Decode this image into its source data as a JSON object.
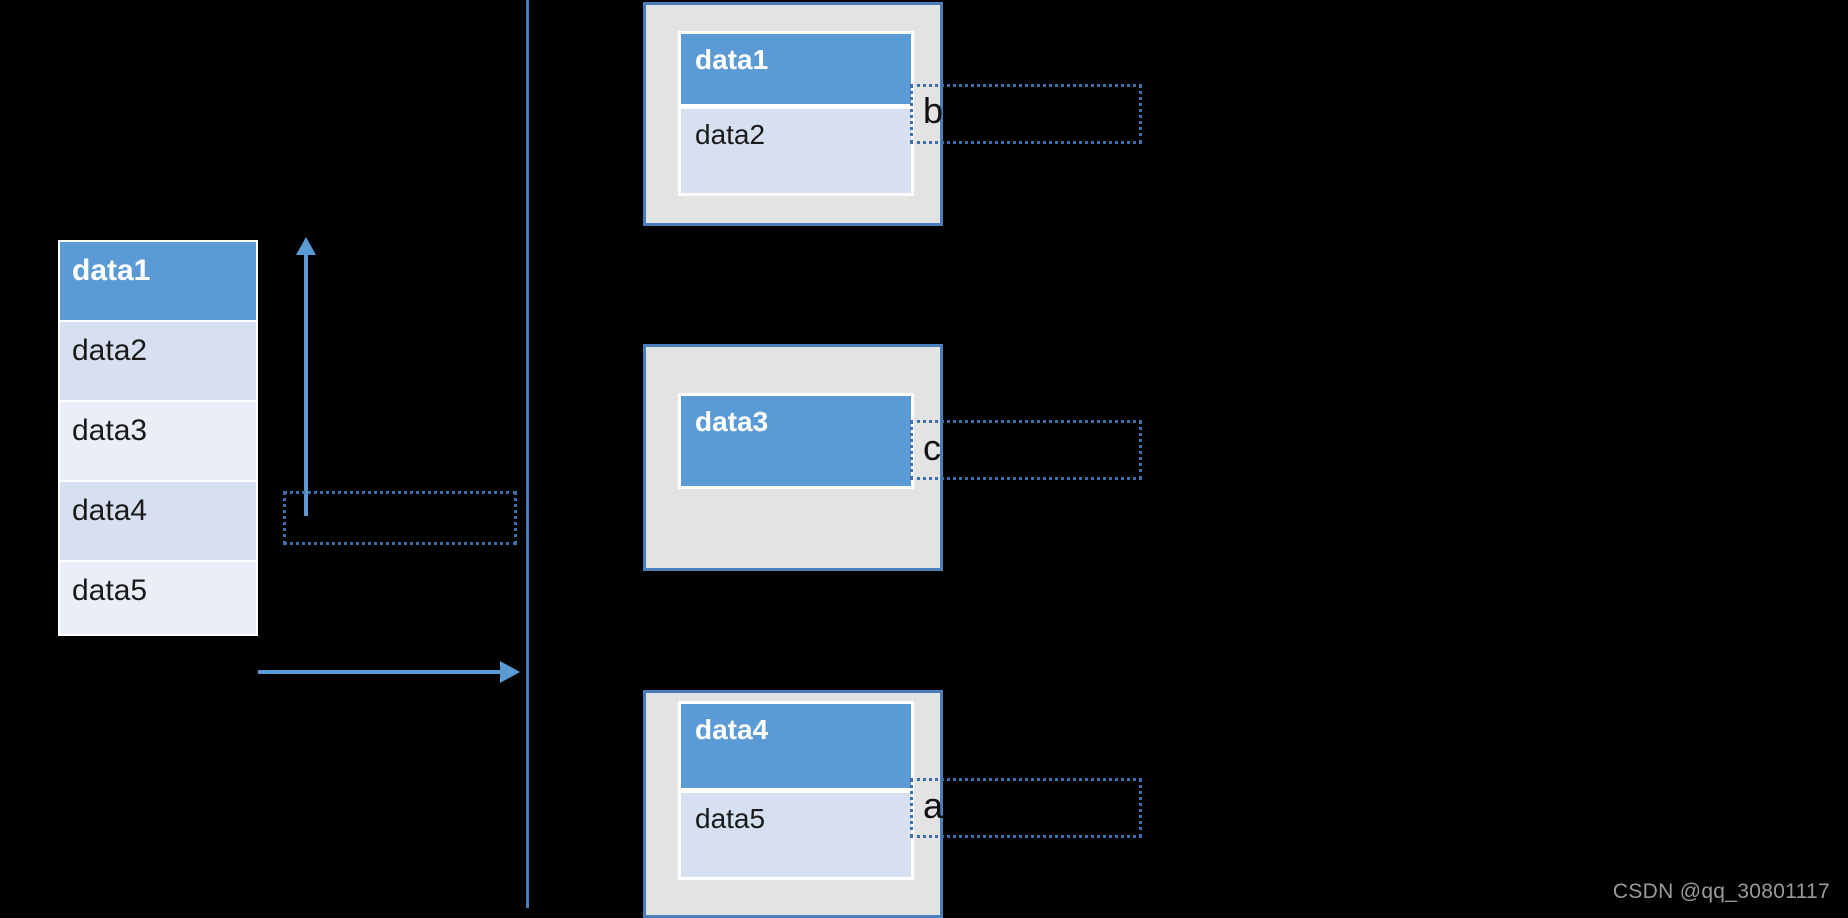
{
  "theme": {
    "background": "#000000",
    "accent_blue": "#5B9BD5",
    "border_blue": "#4A7EBB",
    "dotted_blue": "#3F6FA8",
    "band_dark": "#D6E0F0",
    "band_light": "#EAEEF7",
    "panel_gray": "#E3E3E3",
    "watermark_color": "#9a9a9a"
  },
  "source_table": {
    "rows": [
      {
        "label": "data1",
        "style": "header"
      },
      {
        "label": "data2",
        "style": "band-a"
      },
      {
        "label": "data3",
        "style": "band-b"
      },
      {
        "label": "data4",
        "style": "band-a"
      },
      {
        "label": "data5",
        "style": "band-b"
      }
    ]
  },
  "annotations": {
    "left": "",
    "top": "b",
    "middle": "c",
    "bottom": "a"
  },
  "groups": [
    {
      "id": "top",
      "cells": [
        {
          "label": "data1",
          "style": "header"
        },
        {
          "label": "data2",
          "style": "body"
        }
      ],
      "tag": "b"
    },
    {
      "id": "middle",
      "cells": [
        {
          "label": "data3",
          "style": "header"
        }
      ],
      "tag": "c"
    },
    {
      "id": "bottom",
      "cells": [
        {
          "label": "data4",
          "style": "header"
        },
        {
          "label": "data5",
          "style": "body"
        }
      ],
      "tag": "a"
    }
  ],
  "arrows": {
    "up": "arrow-up",
    "right": "arrow-right"
  },
  "watermark": {
    "text": "CSDN @qq_30801117"
  }
}
